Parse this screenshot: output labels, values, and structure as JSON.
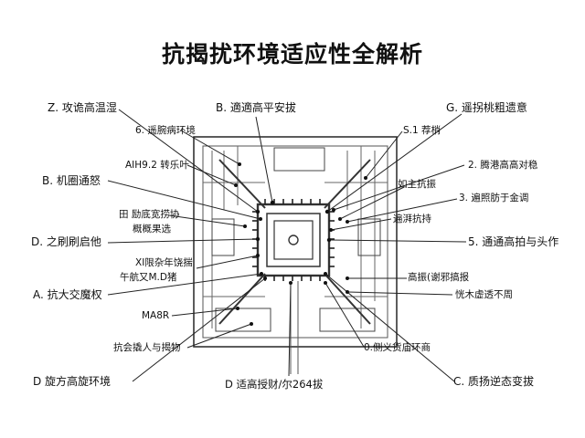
{
  "title": "抗揭扰环境适应性全解析",
  "labels": {
    "top_left": "Z. 攻诡高温湿",
    "top_mid": "B. 適適高平安拔",
    "top_right": "G. 遥拐桃粗遗意",
    "l1": "6. 遥腕病环境",
    "l2": "AIH9.2 转乐叶",
    "l3": "B. 机圈通怒",
    "l4": "田 励底宽捞协",
    "l5": "概概果选",
    "l6": "D. 之刷刷启他",
    "l7": "XI限杂年饶揣",
    "l8": "午航又M.D猪",
    "l9": "A. 抗大交魔权",
    "l10": "MA8R",
    "l11": "抗会撬人与揭物",
    "l12": "D 旋方高旋环境",
    "bottom_mid": "D 适高授财/尔264拔",
    "r1": "S.1 荐梢",
    "r2": "2. 腾港高高对稳",
    "r3": "如主抗振",
    "r4": "3. 遍照肪于金调",
    "r5": "遍湃抗持",
    "r6": "5. 通通高拍与头作",
    "r7": "高振(谢邪搞报",
    "r8": "恍木虚透不周",
    "r9": "0.侧义货庙环商",
    "r10": "C. 质扬逆态变拔"
  }
}
